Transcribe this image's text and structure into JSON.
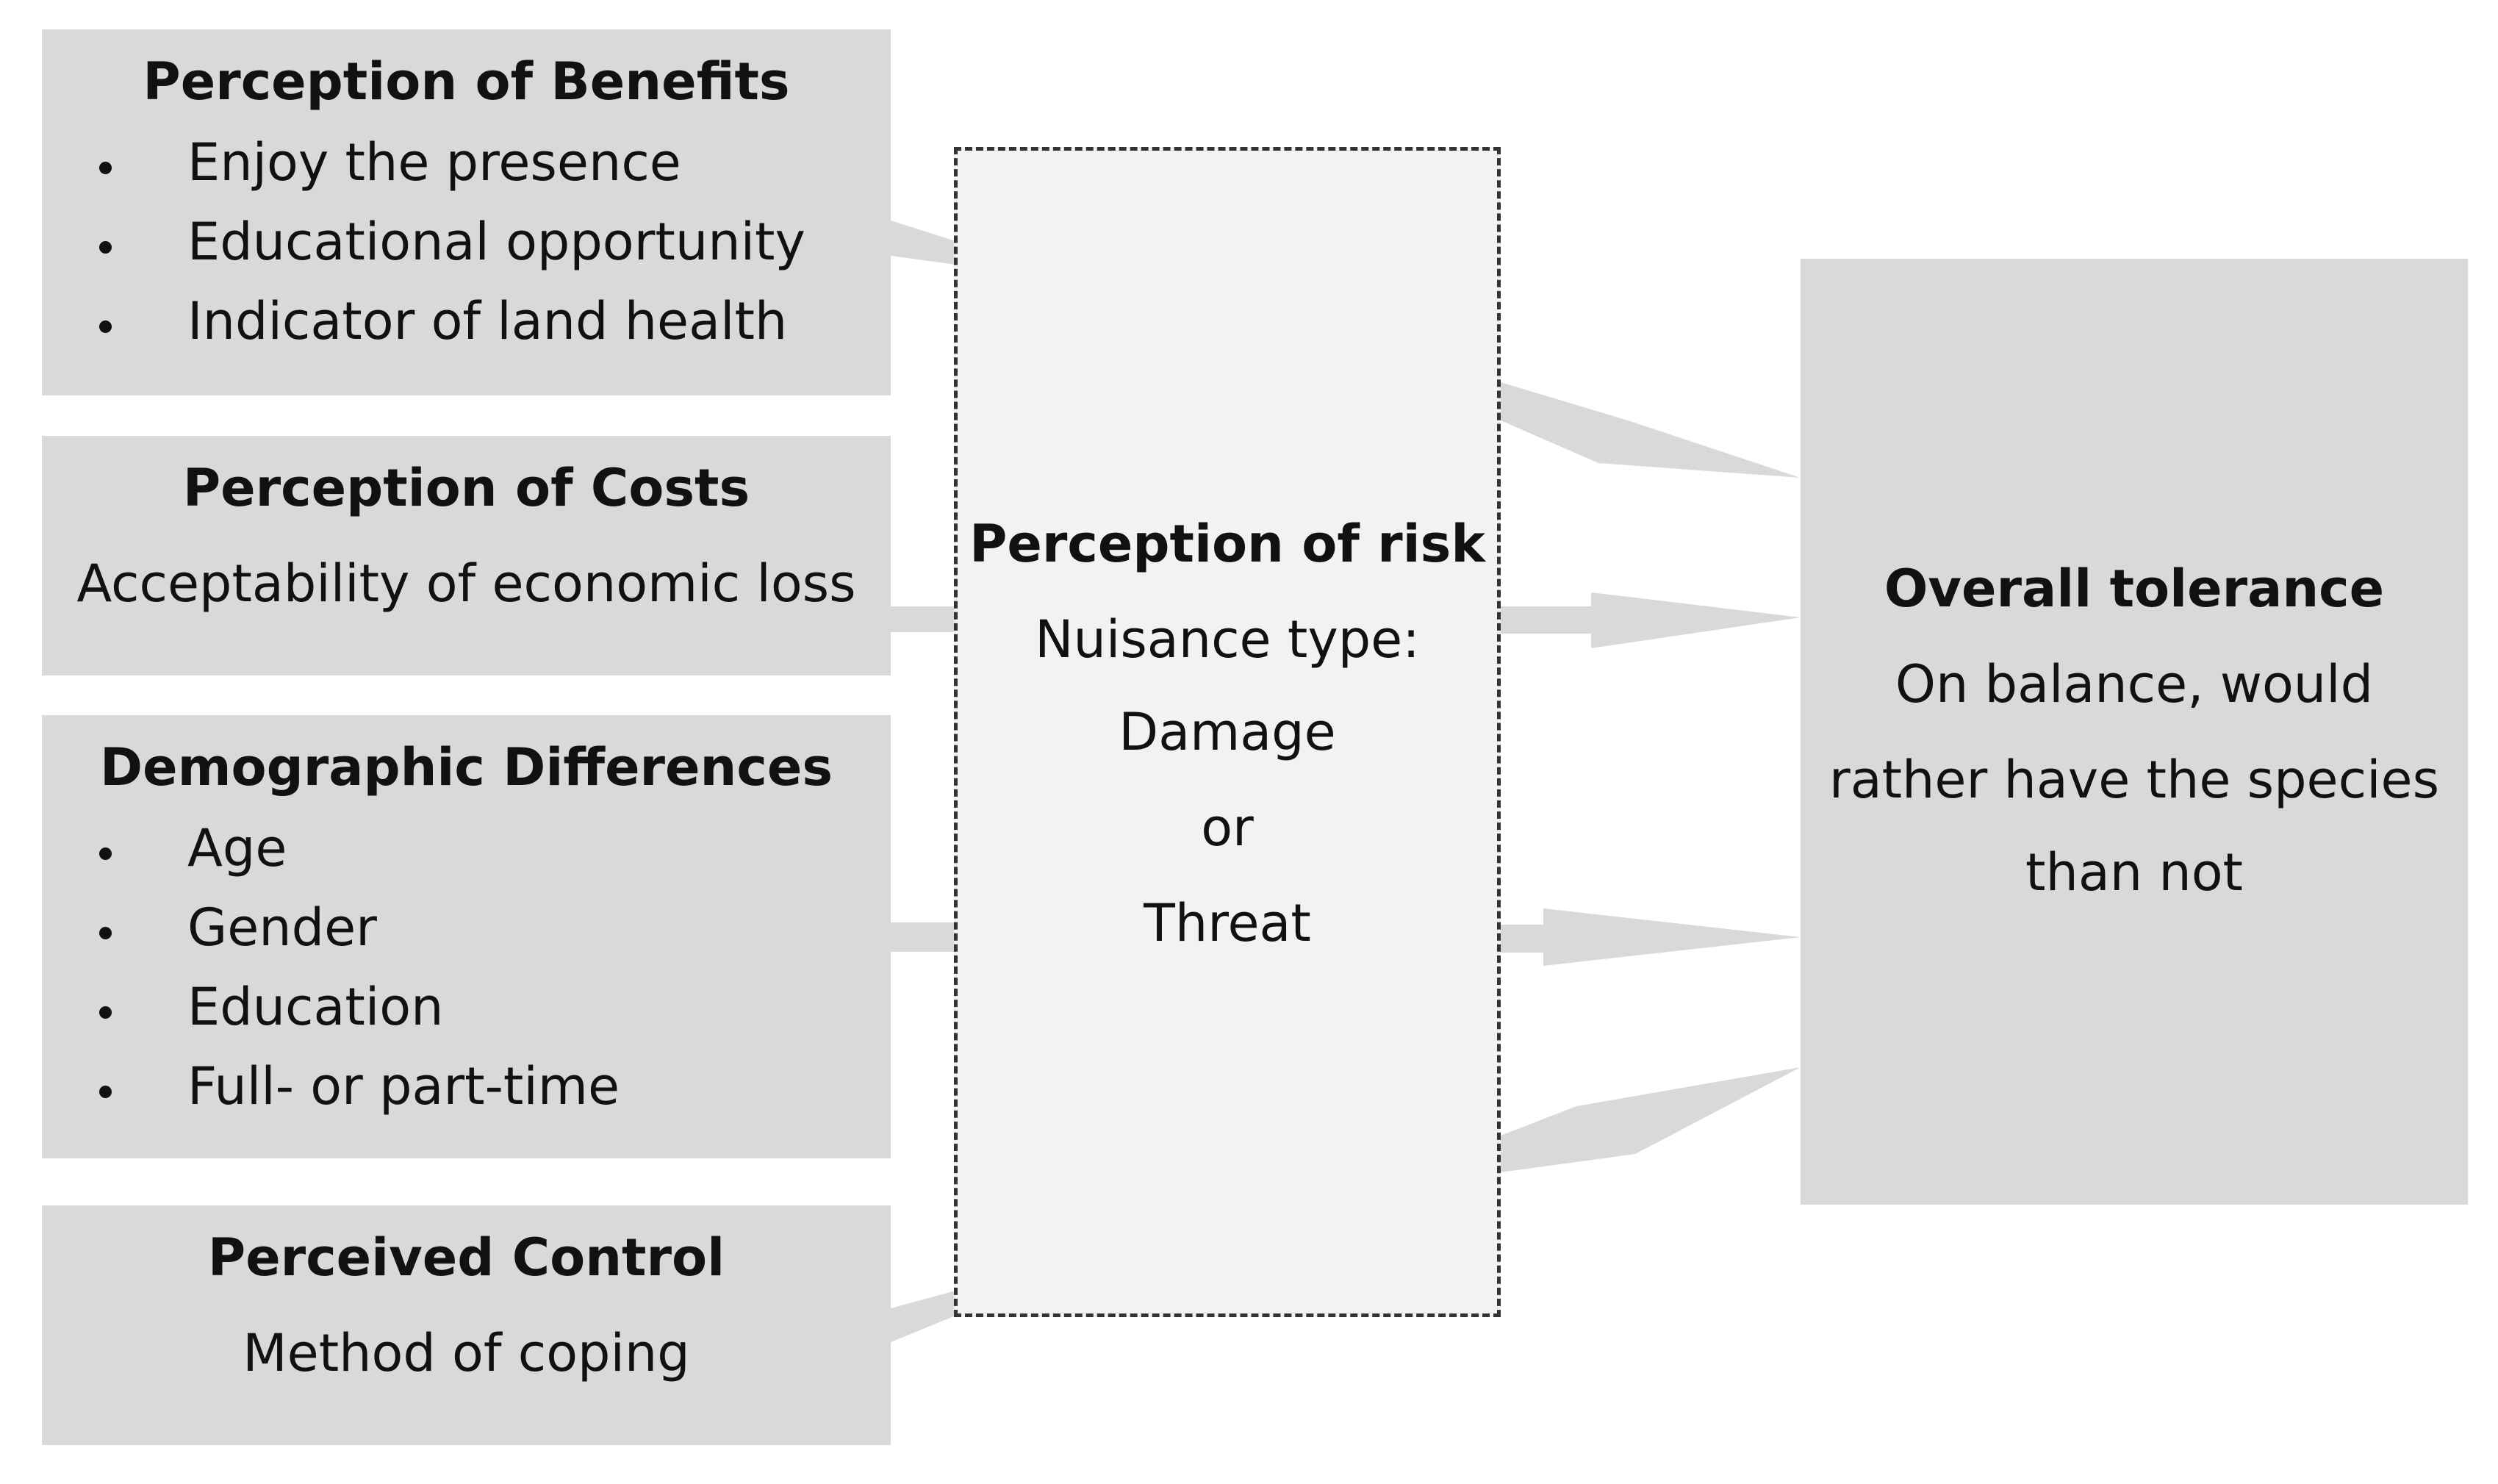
{
  "benefits": {
    "title": "Perception of Benefits",
    "items": [
      "Enjoy the presence",
      "Educational opportunity",
      "Indicator of land health"
    ]
  },
  "costs": {
    "title": "Perception of Costs",
    "text": "Acceptability of economic loss"
  },
  "demographics": {
    "title": "Demographic Differences",
    "items": [
      "Age",
      "Gender",
      "Education",
      "Full- or part-time"
    ]
  },
  "control": {
    "title": "Perceived Control",
    "text": "Method of coping"
  },
  "risk": {
    "title": "Perception of risk",
    "lines": [
      "Nuisance type:",
      "Damage",
      "or",
      "Threat"
    ]
  },
  "tolerance": {
    "title": "Overall tolerance",
    "lines": [
      "On balance, would",
      "rather have the species",
      "than not"
    ]
  },
  "colors": {
    "box_fill": "#d9d9d9",
    "risk_fill": "#f2f2f2",
    "connector": "#d9d9d9",
    "dashed_border": "#333333",
    "text": "#111111"
  }
}
